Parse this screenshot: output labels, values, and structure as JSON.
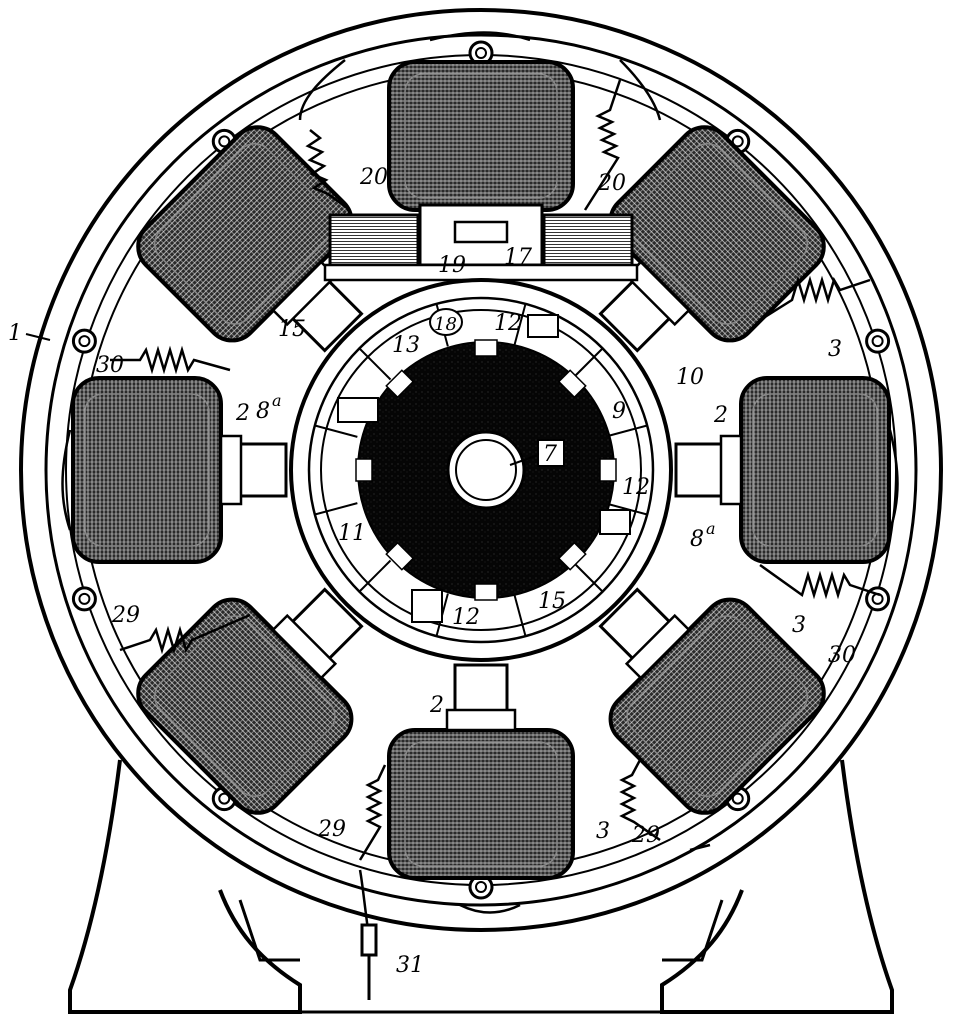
{
  "colors": {
    "ink": "#000000",
    "paper": "#ffffff",
    "coil_shade": "#1a1a1a"
  },
  "labels": {
    "l1": "1",
    "l2a": "2",
    "l2b": "2",
    "l2c": "2",
    "l3a": "3",
    "l3b": "3",
    "l3c": "3",
    "l7": "7",
    "l8a_left": "8",
    "l8a_left_sup": "a",
    "l8a_right": "8",
    "l8a_right_sup": "a",
    "l9": "9",
    "l10": "10",
    "l11": "11",
    "l12a": "12",
    "l12b": "12",
    "l12c": "12",
    "l13": "13",
    "l15a": "15",
    "l15b": "15",
    "l17": "17",
    "l18": "18",
    "l19": "19",
    "l20a": "20",
    "l20b": "20",
    "l29a": "29",
    "l29b": "29",
    "l29c": "29",
    "l30a": "30",
    "l30b": "30",
    "l31": "31"
  }
}
